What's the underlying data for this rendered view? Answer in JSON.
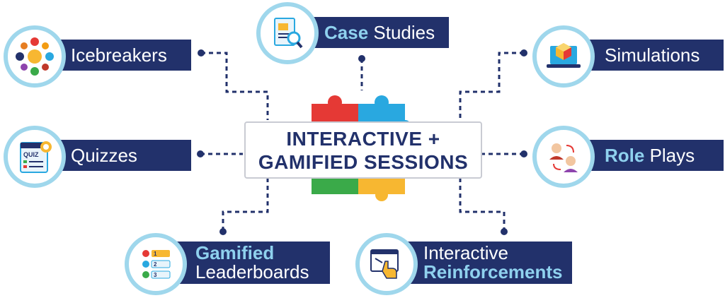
{
  "center": {
    "line1": "INTERACTIVE +",
    "line2": "GAMIFIED SESSIONS"
  },
  "items": {
    "icebreakers": {
      "label": "Icebreakers"
    },
    "case_studies": {
      "highlight": "Case",
      "rest": " Studies"
    },
    "simulations": {
      "label": "Simulations"
    },
    "quizzes": {
      "label": "Quizzes",
      "icon_text": "QUIZ"
    },
    "role_plays": {
      "highlight": "Role",
      "rest": " Plays"
    },
    "leaderboards": {
      "highlight": "Gamified",
      "line2": "Leaderboards",
      "ranks": [
        "1",
        "2",
        "3"
      ]
    },
    "reinforcements": {
      "line1": "Interactive",
      "highlight": "Reinforcements"
    }
  },
  "colors": {
    "label_bg": "#22316b",
    "highlight_text": "#8fd1ee",
    "circle_ring": "#9fd7ec",
    "connector": "#22316b",
    "puzzle_red": "#e53935",
    "puzzle_blue": "#29a8e0",
    "puzzle_green": "#3aaa49",
    "puzzle_yellow": "#f7b731"
  }
}
